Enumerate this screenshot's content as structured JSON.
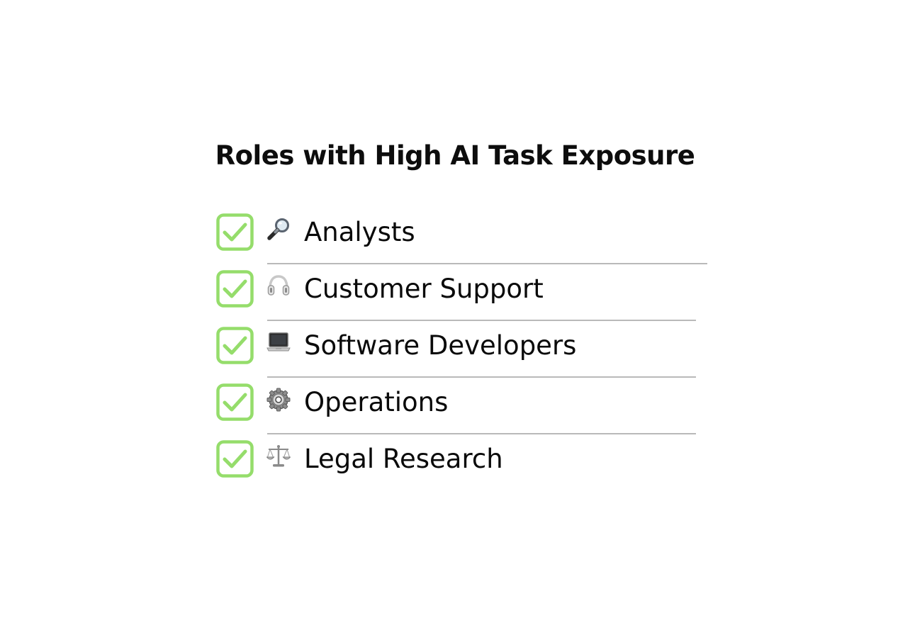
{
  "title": "Roles with High AI Task Exposure",
  "colors": {
    "check_green": "#95dd6b",
    "divider_gray": "#b9b9b9",
    "text": "#0a0a0a"
  },
  "roles": [
    {
      "label": "Analysts",
      "icon": "magnifying-glass-icon",
      "checked": true
    },
    {
      "label": "Customer Support",
      "icon": "headphones-icon",
      "checked": true
    },
    {
      "label": "Software Developers",
      "icon": "laptop-icon",
      "checked": true
    },
    {
      "label": "Operations",
      "icon": "gear-icon",
      "checked": true
    },
    {
      "label": "Legal Research",
      "icon": "balance-scale-icon",
      "checked": true
    }
  ]
}
